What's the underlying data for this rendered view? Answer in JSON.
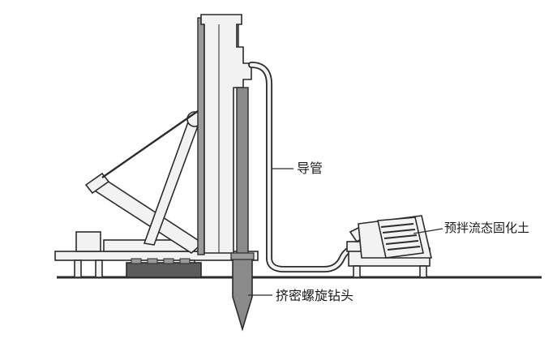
{
  "labels": {
    "guide_pipe": "导管",
    "premixed_soil": "预拌流态固化土",
    "drill_head": "挤密螺旋钻头"
  },
  "colors": {
    "stroke": "#2b2b2b",
    "machine_fill": "#f2f2f2",
    "shade_fill": "#9a9a9a",
    "dark_fill": "#5c5c5c",
    "auger_fill": "#8a8a8a"
  }
}
